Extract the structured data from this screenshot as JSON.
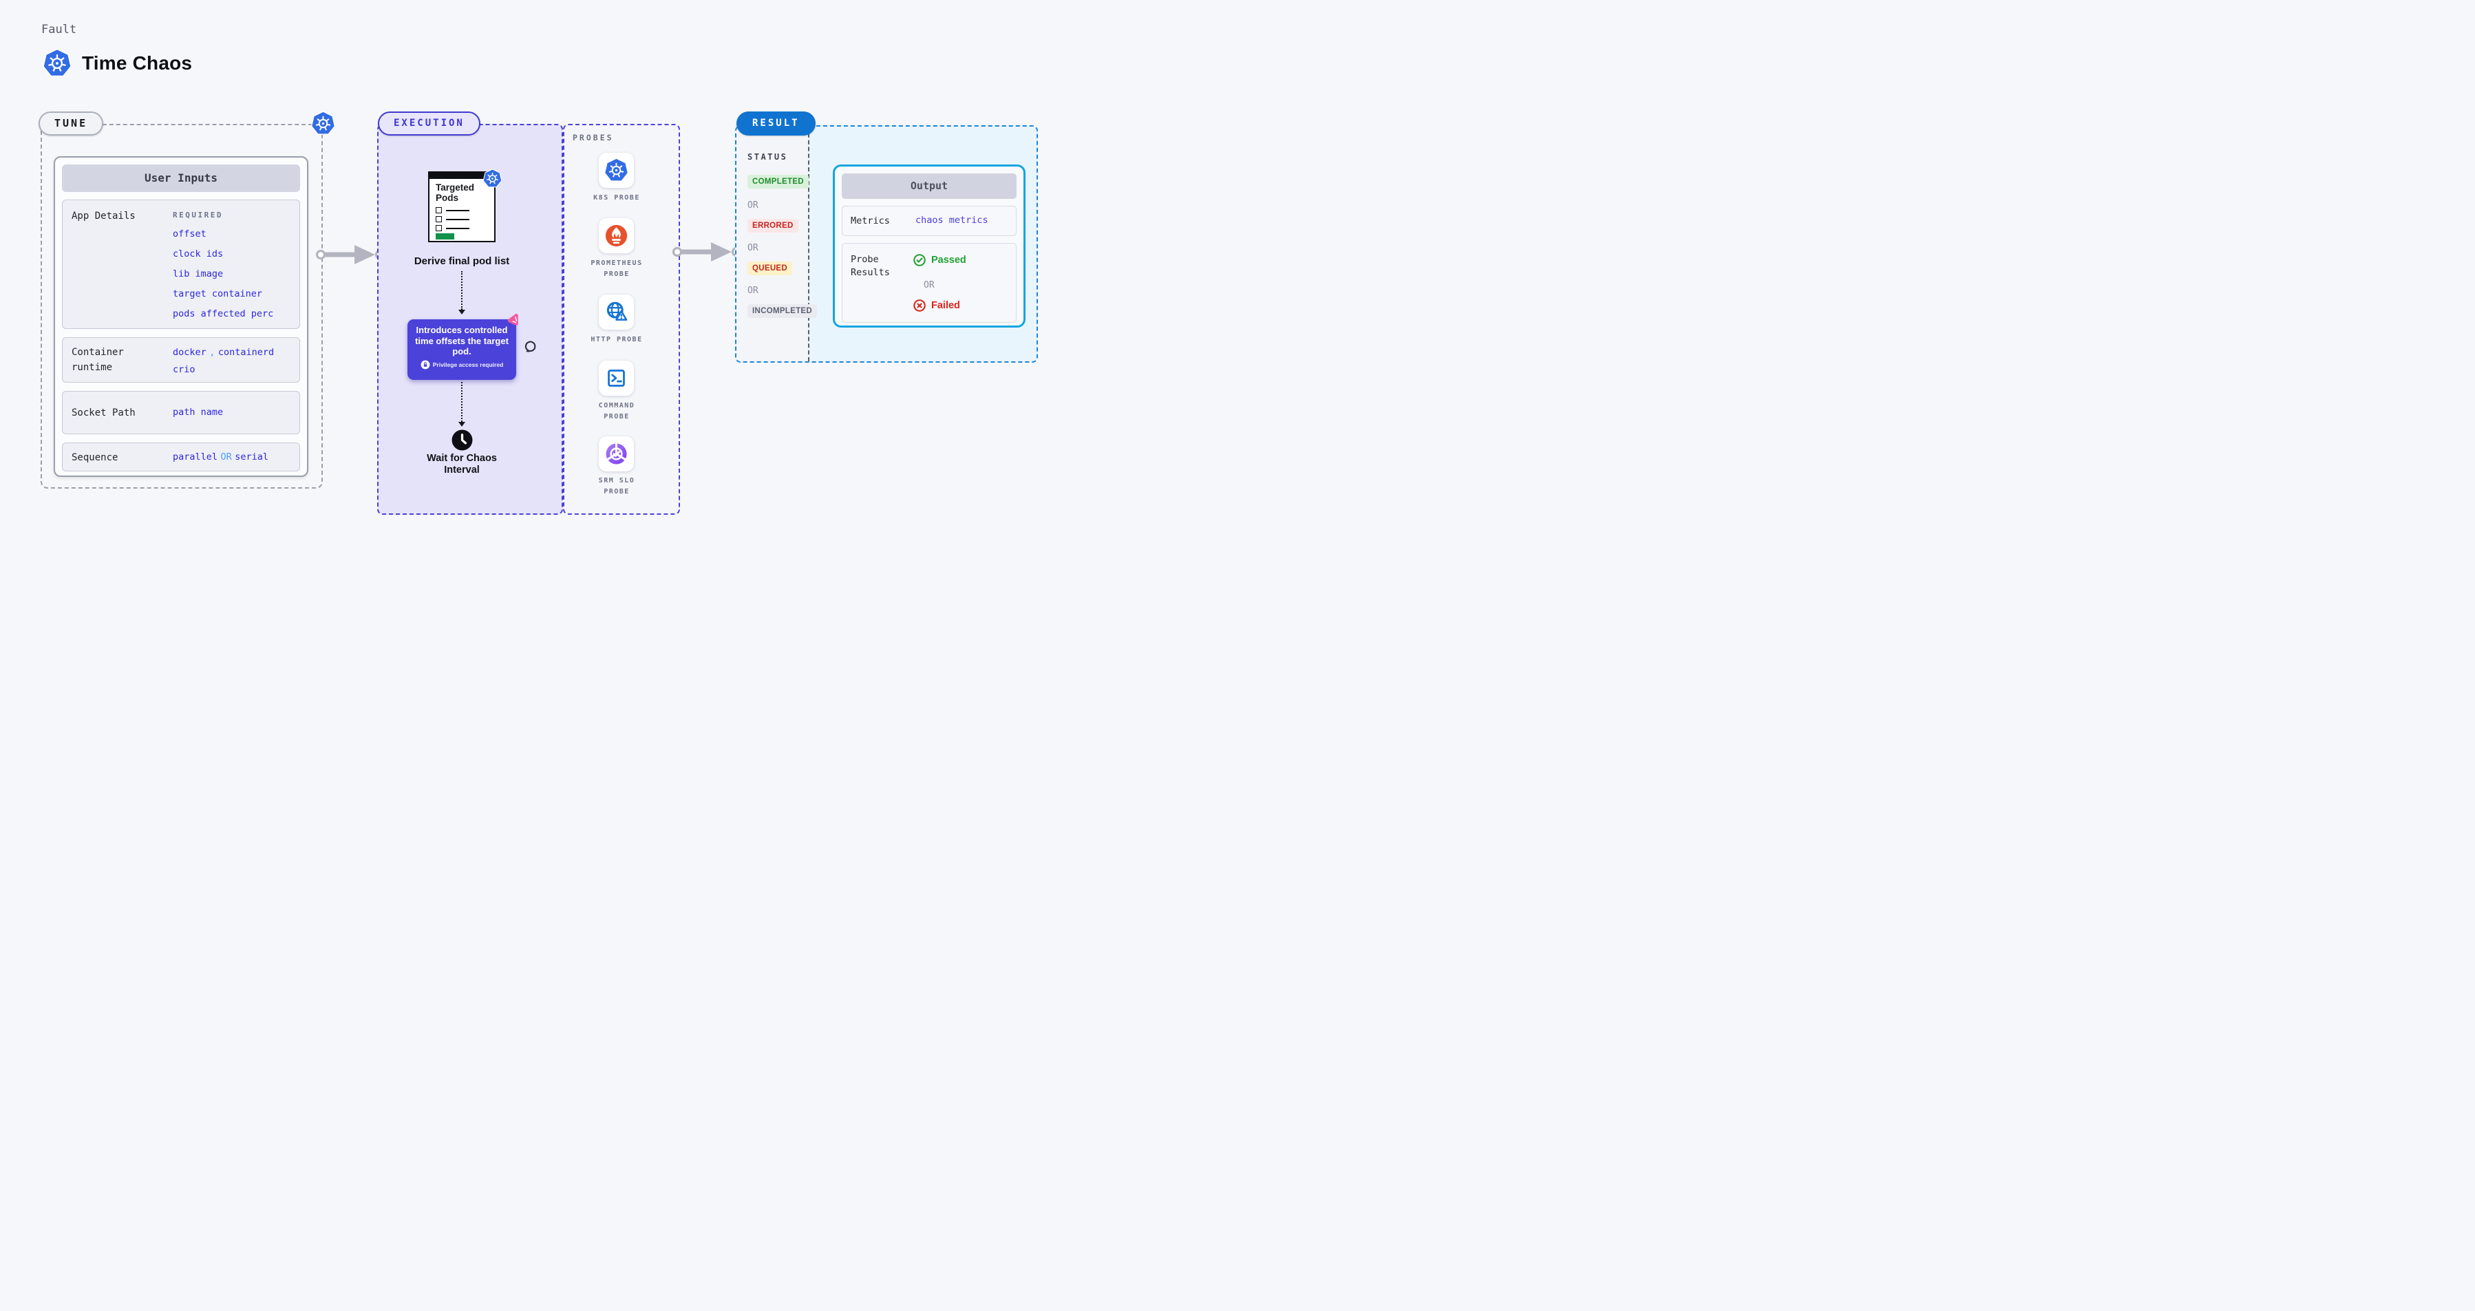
{
  "header": {
    "eyebrow": "Fault",
    "title": "Time Chaos"
  },
  "tune": {
    "badge": "TUNE",
    "user_inputs": {
      "title": "User Inputs",
      "rows": [
        {
          "label": "App Details",
          "tag": "REQUIRED",
          "values": [
            "offset",
            "clock ids",
            "lib image",
            "target container",
            "pods affected perc"
          ]
        },
        {
          "label": "Container runtime",
          "values": [
            "docker",
            "containerd",
            "crio"
          ],
          "separator": ","
        },
        {
          "label": "Socket Path",
          "values": [
            "path name"
          ]
        },
        {
          "label": "Sequence",
          "values": [
            "parallel",
            "serial"
          ],
          "connector": "OR"
        }
      ]
    }
  },
  "execution": {
    "badge": "EXECUTION",
    "targeted_pods_title": "Targeted Pods",
    "derive_label": "Derive final pod list",
    "tooltip": {
      "text": "Introduces controlled time offsets the target pod.",
      "note": "Privilege access required"
    },
    "wait_label": "Wait for Chaos Interval"
  },
  "probes": {
    "title": "PROBES",
    "items": [
      {
        "label": "K8S PROBE",
        "icon": "kubernetes-icon"
      },
      {
        "label": "PROMETHEUS PROBE",
        "icon": "prometheus-icon"
      },
      {
        "label": "HTTP PROBE",
        "icon": "http-globe-icon"
      },
      {
        "label": "COMMAND PROBE",
        "icon": "terminal-icon"
      },
      {
        "label": "SRM SLO PROBE",
        "icon": "slo-pie-icon"
      }
    ]
  },
  "result": {
    "badge": "RESULT",
    "status_title": "STATUS",
    "or_label": "OR",
    "statuses": [
      {
        "label": "COMPLETED",
        "fg": "#1d8c2d",
        "bg": "#d9f1da"
      },
      {
        "label": "ERRORED",
        "fg": "#c42420",
        "bg": "#fbe7e7"
      },
      {
        "label": "QUEUED",
        "fg": "#bf281c",
        "bg": "#fcf1c8"
      },
      {
        "label": "INCOMPLETED",
        "fg": "#5c6070",
        "bg": "#eaebf1"
      }
    ],
    "output": {
      "title": "Output",
      "metrics_label": "Metrics",
      "metrics_value": "chaos metrics",
      "probe_results_label": "Probe Results",
      "passed": "Passed",
      "or": "OR",
      "failed": "Failed"
    }
  },
  "colors": {
    "kubernetes_blue": "#326ce5",
    "execution_purple": "#4840d6",
    "tooltip_purple": "#4b42d9",
    "result_blue": "#1173d0",
    "output_border": "#14a4e1",
    "value_blue": "#2f26dd",
    "link_light_blue": "#4d9ef7",
    "prometheus_orange": "#e6522c",
    "probe_icon_blue": "#1573d3",
    "passed_green": "#22a135",
    "failed_red": "#d8251c",
    "targeted_green": "#12914a"
  }
}
